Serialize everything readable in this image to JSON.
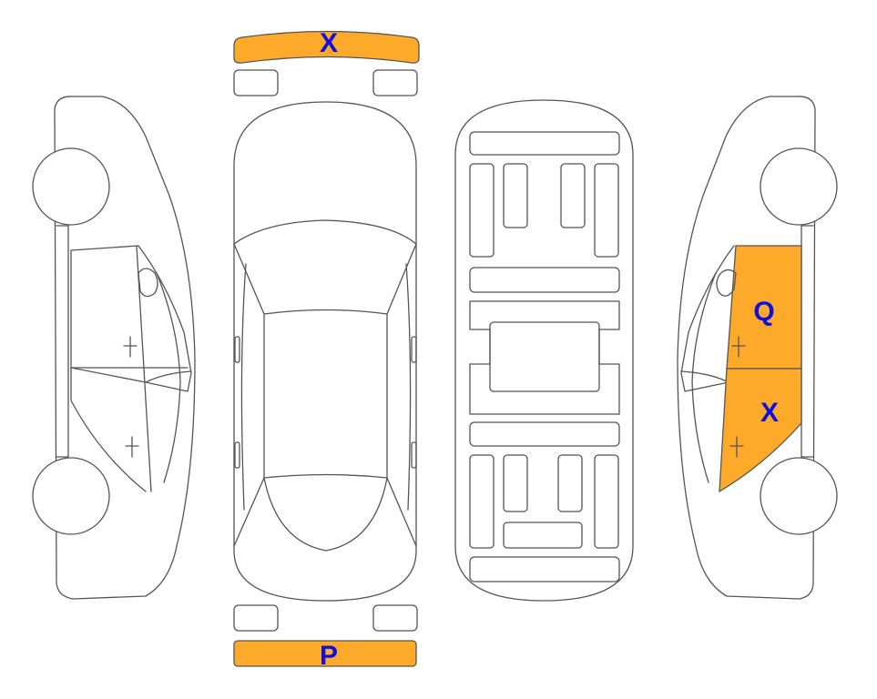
{
  "colors": {
    "highlight": "#FDAA2A",
    "label": "#1010DD",
    "outline": "#555555"
  },
  "labels": {
    "front_bumper": "X",
    "rear_bumper": "P",
    "right_front_door": "Q",
    "right_rear_door": "X"
  }
}
